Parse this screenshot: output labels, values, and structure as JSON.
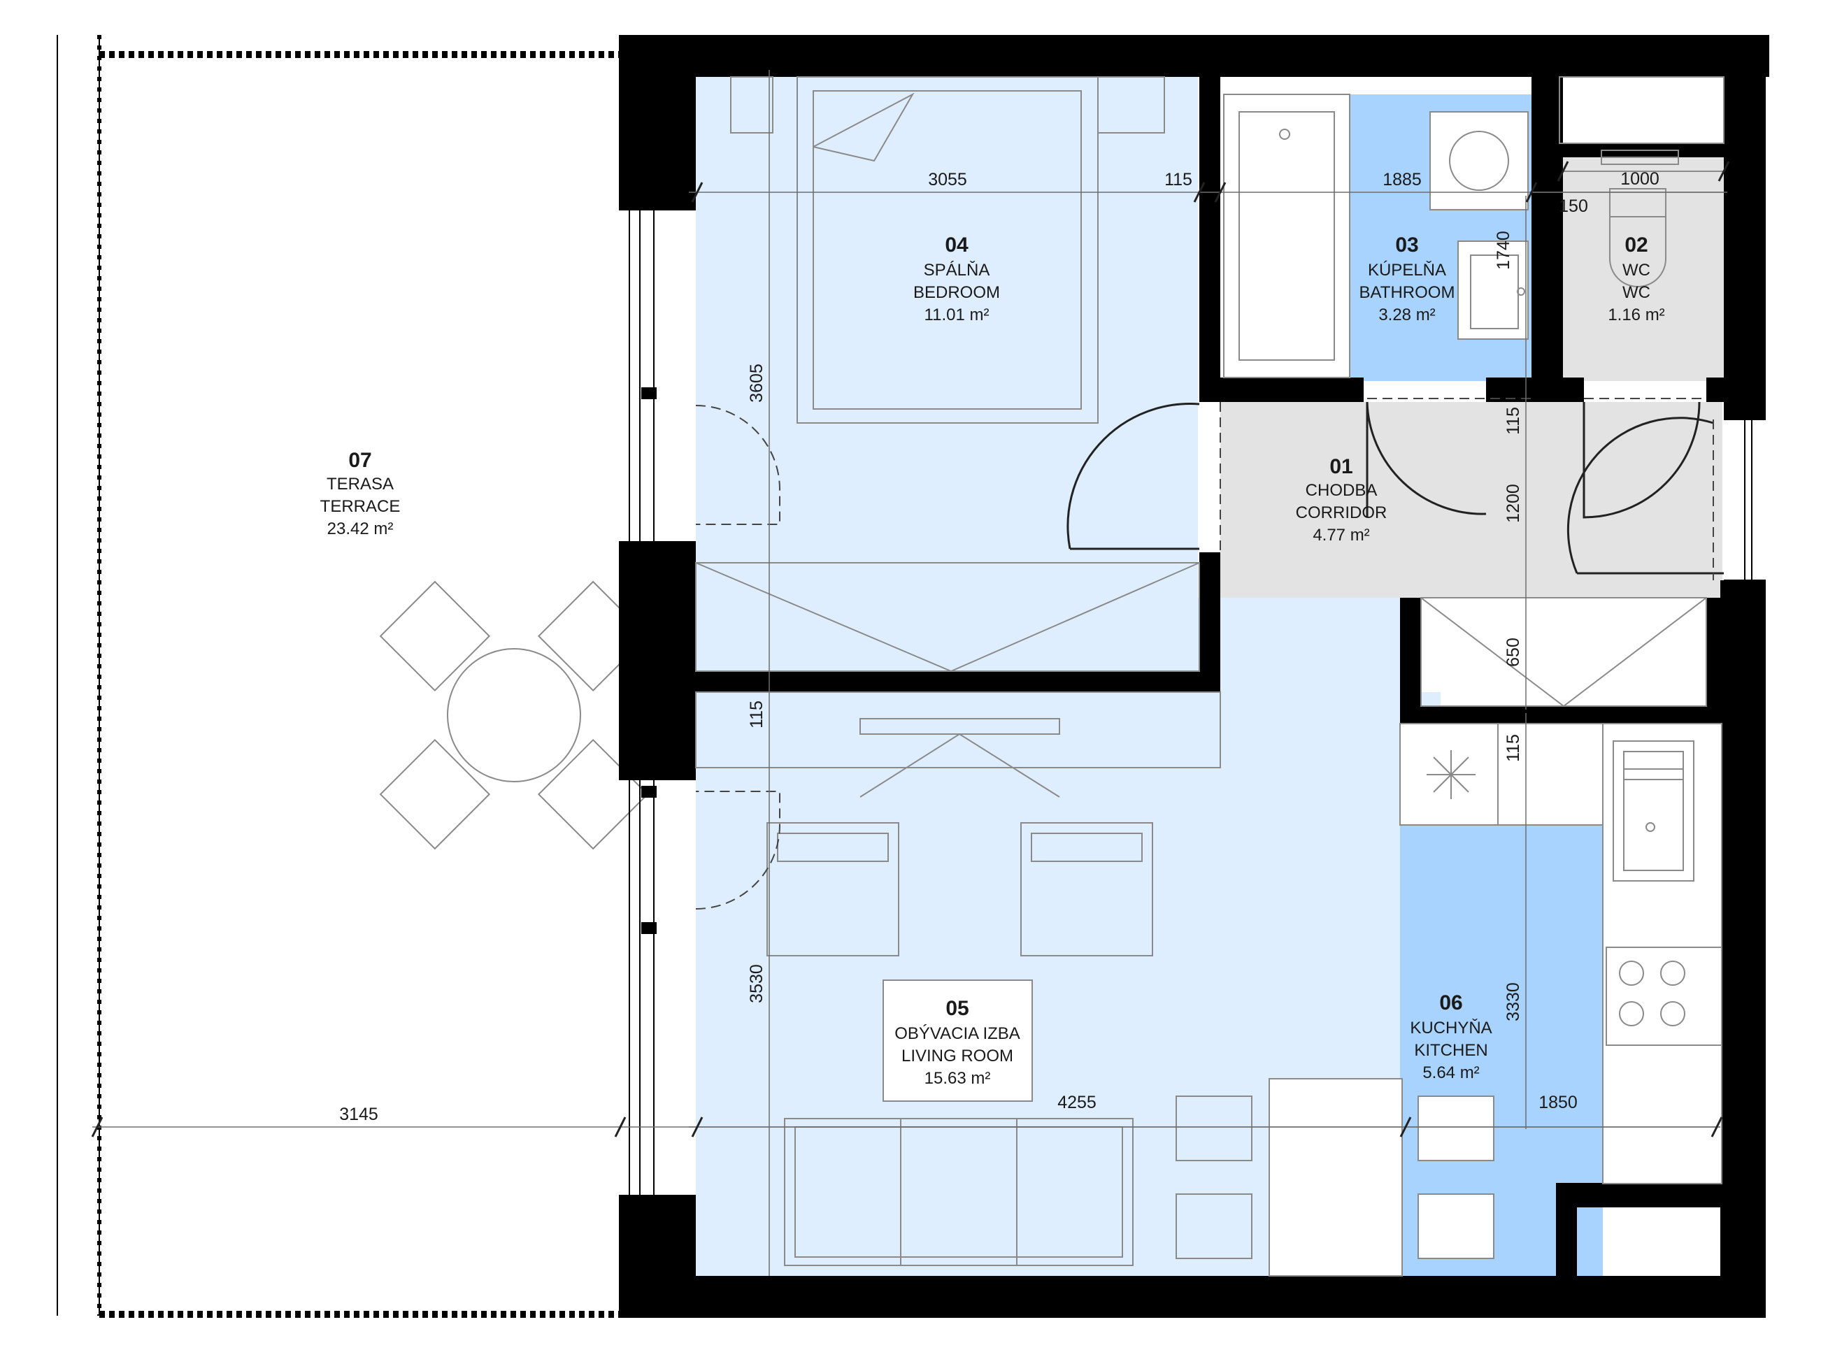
{
  "rooms": {
    "r04": {
      "num": "04",
      "name_sk": "SPÁLŇA",
      "name_en": "BEDROOM",
      "area": "11.01 m²"
    },
    "r03": {
      "num": "03",
      "name_sk": "KÚPELŇA",
      "name_en": "BATHROOM",
      "area": "3.28 m²"
    },
    "r02": {
      "num": "02",
      "name_sk": "WC",
      "name_en": "WC",
      "area": "1.16 m²"
    },
    "r01": {
      "num": "01",
      "name_sk": "CHODBA",
      "name_en": "CORRIDOR",
      "area": "4.77 m²"
    },
    "r07": {
      "num": "07",
      "name_sk": "TERASA",
      "name_en": "TERRACE",
      "area": "23.42 m²"
    },
    "r05": {
      "num": "05",
      "name_sk": "OBÝVACIA IZBA",
      "name_en": "LIVING ROOM",
      "area": "15.63 m²"
    },
    "r06": {
      "num": "06",
      "name_sk": "KUCHYŇA",
      "name_en": "KITCHEN",
      "area": "5.64 m²"
    }
  },
  "dimensions": {
    "d3055": "3055",
    "d115a": "115",
    "d1885": "1885",
    "d1000": "1000",
    "d150": "150",
    "d1740": "1740",
    "d3605": "3605",
    "d115b": "115",
    "d1200": "1200",
    "d650": "650",
    "d115c": "115",
    "d115d": "115",
    "d3530": "3530",
    "d3330": "3330",
    "d3145": "3145",
    "d4255": "4255",
    "d1850": "1850"
  },
  "colors": {
    "light_blue": "#dfeeff",
    "medium_blue": "#a9d3ff",
    "grey": "#e3e3e3",
    "wall": "#000000"
  }
}
